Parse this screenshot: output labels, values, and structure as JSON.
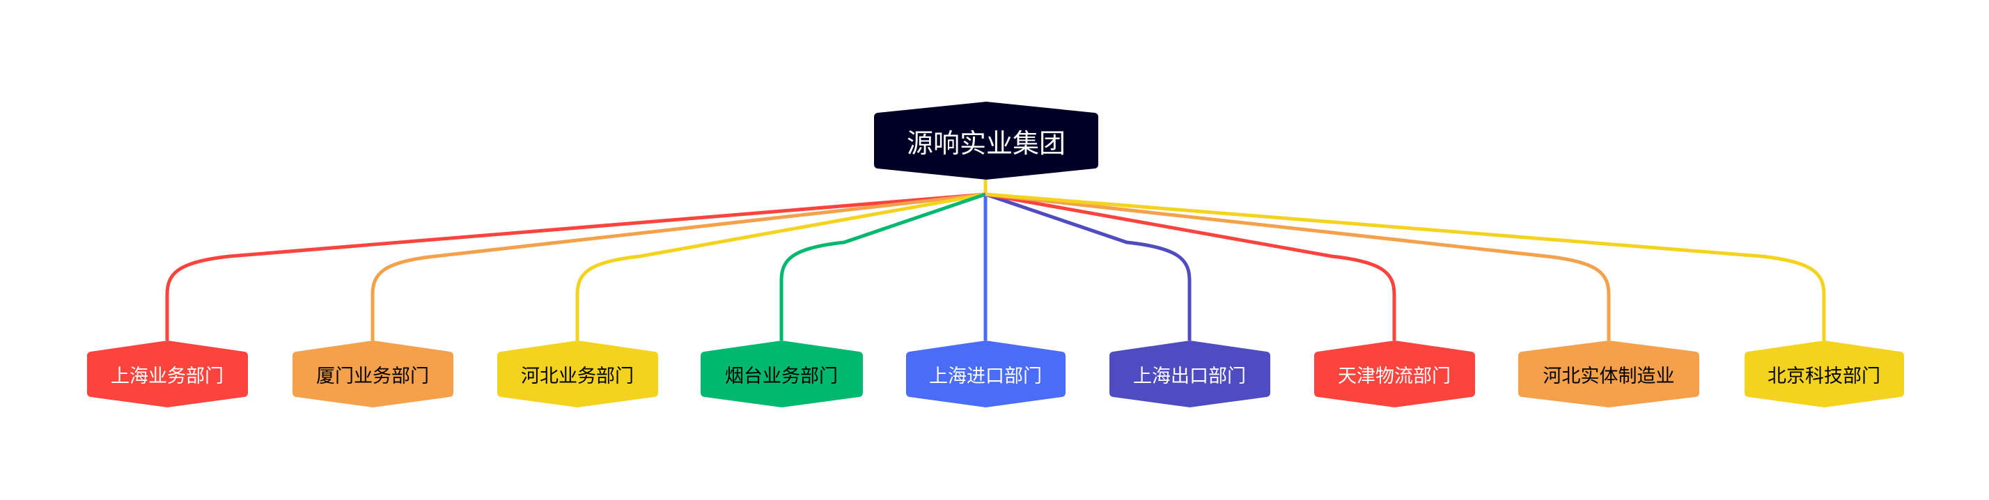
{
  "root": {
    "label": "源响实业集团",
    "color": "#000026",
    "text_color": "#ffffff"
  },
  "children": [
    {
      "label": "上海业务部门",
      "color": "#FA443D",
      "text_color": "#ffffff"
    },
    {
      "label": "厦门业务部门",
      "color": "#F5A04B",
      "text_color": "#000000"
    },
    {
      "label": "河北业务部门",
      "color": "#F4D31F",
      "text_color": "#000000"
    },
    {
      "label": "烟台业务部门",
      "color": "#00B96E",
      "text_color": "#000000"
    },
    {
      "label": "上海进口部门",
      "color": "#4A6CF7",
      "text_color": "#ffffff"
    },
    {
      "label": "上海出口部门",
      "color": "#4F4BC0",
      "text_color": "#ffffff"
    },
    {
      "label": "天津物流部门",
      "color": "#FA443D",
      "text_color": "#ffffff"
    },
    {
      "label": "河北实体制造业",
      "color": "#F5A04B",
      "text_color": "#000000"
    },
    {
      "label": "北京科技部门",
      "color": "#F4D31F",
      "text_color": "#000000"
    }
  ]
}
